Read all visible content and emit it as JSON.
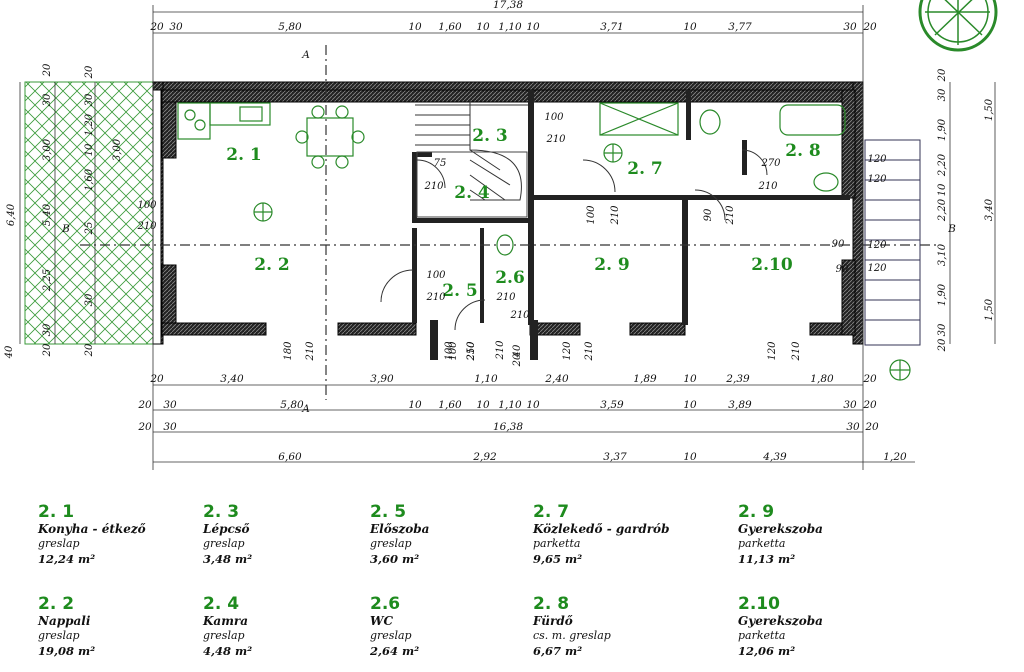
{
  "dims": {
    "top_total": "17,38",
    "top_row": [
      "20",
      "30",
      "5,80",
      "10",
      "1,60",
      "10",
      "1,10",
      "10",
      "3,71",
      "10",
      "3,77",
      "30",
      "20"
    ],
    "bottom_row1": [
      "20",
      "3,40",
      "3,90",
      "1,10",
      "2,40",
      "1,89",
      "10",
      "2,39",
      "1,80",
      "20"
    ],
    "bottom_row2": [
      "20",
      "30",
      "5,80",
      "10",
      "1,60",
      "10",
      "1,10",
      "10",
      "3,59",
      "10",
      "3,89",
      "30",
      "20"
    ],
    "bottom_total": [
      "20",
      "30",
      "16,38",
      "30",
      "20"
    ],
    "bottom_overall": [
      "6,60",
      "2,92",
      "3,37",
      "10",
      "4,39",
      "1,20"
    ],
    "left_outer": [
      "6,40",
      "5,40",
      "25"
    ],
    "left_inner": [
      "20",
      "30",
      "3,00",
      "2,25",
      "30",
      "20"
    ],
    "left_mid": [
      "20",
      "30",
      "1,20",
      "10",
      "1,60",
      "3,00",
      "30",
      "20",
      "40"
    ],
    "right_outer": [
      "1,50",
      "3,40",
      "1,50"
    ],
    "right_inner": [
      "20",
      "30",
      "1,90",
      "2,20",
      "10",
      "2,20",
      "3,10",
      "1,90",
      "30",
      "20"
    ],
    "section_mark": [
      "A",
      "A",
      "B",
      "B"
    ]
  },
  "rooms": [
    "2. 1",
    "2. 2",
    "2. 3",
    "2. 4",
    "2. 5",
    "2.6",
    "2. 7",
    "2. 8",
    "2. 9",
    "2.10"
  ],
  "doors": [
    "100",
    "210",
    "75",
    "210",
    "100",
    "210",
    "100",
    "210",
    "90",
    "210",
    "270",
    "210",
    "100",
    "210",
    "210",
    "210",
    "90",
    "90",
    "120",
    "120",
    "120",
    "120",
    "180",
    "210",
    "100",
    "210",
    "120",
    "210",
    "120",
    "210",
    "100",
    "250",
    "40",
    "20",
    "210"
  ],
  "legend": [
    {
      "num": "2. 1",
      "name": "Konyha - étkező",
      "floor": "greslap",
      "area": "12,24 m²"
    },
    {
      "num": "2. 2",
      "name": "Nappali",
      "floor": "greslap",
      "area": "19,08 m²"
    },
    {
      "num": "2. 3",
      "name": "Lépcső",
      "floor": "greslap",
      "area": "3,48 m²"
    },
    {
      "num": "2. 4",
      "name": "Kamra",
      "floor": "greslap",
      "area": "4,48 m²"
    },
    {
      "num": "2. 5",
      "name": "Előszoba",
      "floor": "greslap",
      "area": "3,60 m²"
    },
    {
      "num": "2.6",
      "name": "WC",
      "floor": "greslap",
      "area": "2,64 m²"
    },
    {
      "num": "2. 7",
      "name": "Közlekedő - gardrób",
      "floor": "parketta",
      "area": "9,65 m²"
    },
    {
      "num": "2. 8",
      "name": "Fürdő",
      "floor": "cs. m. greslap",
      "area": "6,67 m²"
    },
    {
      "num": "2. 9",
      "name": "Gyerekszoba",
      "floor": "parketta",
      "area": "11,13 m²"
    },
    {
      "num": "2.10",
      "name": "Gyerekszoba",
      "floor": "parketta",
      "area": "12,06 m²"
    }
  ]
}
